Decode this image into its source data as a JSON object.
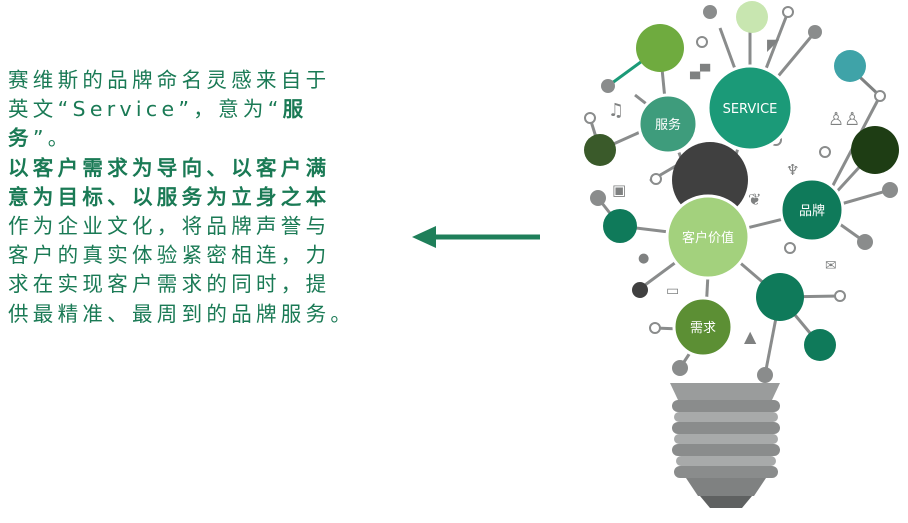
{
  "description": {
    "line1": "赛维斯的品牌命名灵感来自于",
    "line2a": "英文“Service”，意为“",
    "line2b": "服",
    "line3a": "务",
    "line3b": "”。",
    "line4": "以客户需求为导向、以客户满",
    "line5": "意为目标、以服务为立身之本",
    "line6": "作为企业文化，将品牌声誉与",
    "line7": "客户的真实体验紧密相连，力",
    "line8": "求在实现客户需求的同时，提",
    "line9": "供最精准、最周到的品牌服务。"
  },
  "bulb": {
    "labels": {
      "service": "SERVICE",
      "fuwu": "服务",
      "pinpai": "品牌",
      "kehu_jiazhi": "客户价值",
      "xuqiu": "需求"
    }
  },
  "colors": {
    "text": "#1a7a55",
    "arrow": "#1f7f5a",
    "teal": "#1b9a78",
    "dark_green": "#0f6b4f",
    "light_green": "#9bcb6b",
    "grass_green": "#6fab3f",
    "olive": "#3a5a2a",
    "gray": "#7f8181",
    "dark_gray": "#404040",
    "turquoise": "#3fa3a8"
  }
}
